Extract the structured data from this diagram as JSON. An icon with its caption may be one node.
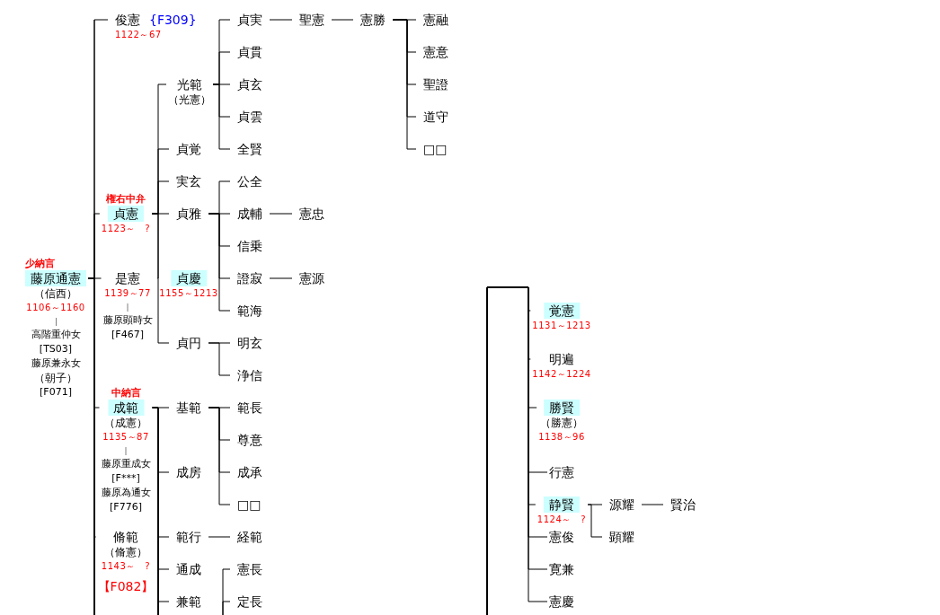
{
  "diagram": {
    "nodes": [
      {
        "text": [
          "少納言",
          "藤原通憲",
          "（信西）",
          "1106～1160",
          "高階重仲女",
          "[TS03]",
          "藤原兼永女",
          "（朝子）",
          "[F071]"
        ]
      },
      {
        "text": [
          "俊憲",
          "{F309}",
          "1122～67"
        ]
      },
      {
        "text": [
          "権右中弁",
          "貞憲",
          "1123～　?"
        ]
      },
      {
        "text": [
          "是憲",
          "1139～77",
          "藤原顕時女",
          "[F467]"
        ]
      },
      {
        "text": [
          "中納言",
          "成範",
          "（成憲）",
          "1135～87",
          "藤原重成女",
          "[F***]",
          "藤原為通女",
          "[F776]"
        ]
      },
      {
        "text": [
          "脩範",
          "（脩憲）",
          "1143～　?",
          "【F082】"
        ]
      },
      {
        "text": [
          "光範",
          "（光憲）"
        ]
      },
      {
        "text": [
          "貞覚"
        ]
      },
      {
        "text": [
          "実玄"
        ]
      },
      {
        "text": [
          "貞雅"
        ]
      },
      {
        "text": [
          "貞慶",
          "1155～1213"
        ]
      },
      {
        "text": [
          "貞円"
        ]
      },
      {
        "text": [
          "貞実"
        ]
      },
      {
        "text": [
          "貞貫"
        ]
      },
      {
        "text": [
          "貞玄"
        ]
      },
      {
        "text": [
          "貞雲"
        ]
      },
      {
        "text": [
          "全賢"
        ]
      },
      {
        "text": [
          "聖憲"
        ]
      },
      {
        "text": [
          "憲勝"
        ]
      },
      {
        "text": [
          "憲融"
        ]
      },
      {
        "text": [
          "憲意"
        ]
      },
      {
        "text": [
          "聖證"
        ]
      },
      {
        "text": [
          "道守"
        ]
      },
      {
        "text": [
          "□□"
        ]
      },
      {
        "text": [
          "公全"
        ]
      },
      {
        "text": [
          "成輔"
        ]
      },
      {
        "text": [
          "信乗"
        ]
      },
      {
        "text": [
          "證寂"
        ]
      },
      {
        "text": [
          "範海"
        ]
      },
      {
        "text": [
          "憲忠"
        ]
      },
      {
        "text": [
          "憲源"
        ]
      },
      {
        "text": [
          "明玄"
        ]
      },
      {
        "text": [
          "浄信"
        ]
      },
      {
        "text": [
          "基範"
        ]
      },
      {
        "text": [
          "成房"
        ]
      },
      {
        "text": [
          "範行"
        ]
      },
      {
        "text": [
          "通成"
        ]
      },
      {
        "text": [
          "兼範"
        ]
      },
      {
        "text": [
          "範長"
        ]
      },
      {
        "text": [
          "尊意"
        ]
      },
      {
        "text": [
          "成承"
        ]
      },
      {
        "text": [
          "□□"
        ]
      },
      {
        "text": [
          "経範"
        ]
      },
      {
        "text": [
          "憲長"
        ]
      },
      {
        "text": [
          "定長"
        ]
      },
      {
        "text": [
          "覚憲",
          "1131～1213"
        ]
      },
      {
        "text": [
          "明遍",
          "1142～1224"
        ]
      },
      {
        "text": [
          "勝賢",
          "（勝憲）",
          "1138～96"
        ]
      },
      {
        "text": [
          "行憲"
        ]
      },
      {
        "text": [
          "静賢",
          "1124～　?"
        ]
      },
      {
        "text": [
          "憲俊"
        ]
      },
      {
        "text": [
          "寛兼"
        ]
      },
      {
        "text": [
          "憲慶"
        ]
      },
      {
        "text": [
          "源耀"
        ]
      },
      {
        "text": [
          "顕耀"
        ]
      },
      {
        "text": [
          "賢治"
        ]
      }
    ],
    "edges": [
      {
        "from": 0,
        "to": 1,
        "arrow": "none"
      },
      {
        "from": 0,
        "to": 2,
        "arrow": "none"
      },
      {
        "from": 0,
        "to": 3,
        "arrow": "none"
      },
      {
        "from": 0,
        "to": 4,
        "arrow": "none"
      },
      {
        "from": 0,
        "to": 5,
        "arrow": "none"
      },
      {
        "from": 2,
        "to": 6,
        "arrow": "none"
      },
      {
        "from": 2,
        "to": 7,
        "arrow": "none"
      },
      {
        "from": 2,
        "to": 8,
        "arrow": "none"
      },
      {
        "from": 2,
        "to": 9,
        "arrow": "none"
      },
      {
        "from": 2,
        "to": 10,
        "arrow": "none"
      },
      {
        "from": 2,
        "to": 11,
        "arrow": "none"
      },
      {
        "from": 6,
        "to": 12,
        "arrow": "none"
      },
      {
        "from": 6,
        "to": 13,
        "arrow": "none"
      },
      {
        "from": 6,
        "to": 14,
        "arrow": "none"
      },
      {
        "from": 6,
        "to": 15,
        "arrow": "none"
      },
      {
        "from": 6,
        "to": 16,
        "arrow": "none"
      },
      {
        "from": 12,
        "to": 17,
        "arrow": "none"
      },
      {
        "from": 17,
        "to": 18,
        "arrow": "none"
      },
      {
        "from": 18,
        "to": 19,
        "arrow": "none"
      },
      {
        "from": 18,
        "to": 20,
        "arrow": "none"
      },
      {
        "from": 18,
        "to": 21,
        "arrow": "none"
      },
      {
        "from": 18,
        "to": 22,
        "arrow": "none"
      },
      {
        "from": 18,
        "to": 23,
        "arrow": "none"
      },
      {
        "from": 9,
        "to": 24,
        "arrow": "none"
      },
      {
        "from": 9,
        "to": 25,
        "arrow": "none"
      },
      {
        "from": 9,
        "to": 26,
        "arrow": "none"
      },
      {
        "from": 9,
        "to": 27,
        "arrow": "none"
      },
      {
        "from": 9,
        "to": 28,
        "arrow": "none"
      },
      {
        "from": 25,
        "to": 29,
        "arrow": "none"
      },
      {
        "from": 27,
        "to": 30,
        "arrow": "none"
      },
      {
        "from": 11,
        "to": 31,
        "arrow": "none"
      },
      {
        "from": 11,
        "to": 32,
        "arrow": "none"
      },
      {
        "from": 4,
        "to": 33,
        "arrow": "none"
      },
      {
        "from": 4,
        "to": 34,
        "arrow": "none"
      },
      {
        "from": 4,
        "to": 35,
        "arrow": "none"
      },
      {
        "from": 4,
        "to": 36,
        "arrow": "none"
      },
      {
        "from": 4,
        "to": 37,
        "arrow": "none"
      },
      {
        "from": 33,
        "to": 38,
        "arrow": "none"
      },
      {
        "from": 33,
        "to": 39,
        "arrow": "none"
      },
      {
        "from": 33,
        "to": 40,
        "arrow": "none"
      },
      {
        "from": 33,
        "to": 41,
        "arrow": "none"
      },
      {
        "from": 35,
        "to": 42,
        "arrow": "none"
      },
      {
        "from": null,
        "to": 43,
        "arrow": "none"
      },
      {
        "from": null,
        "to": 44,
        "arrow": "none"
      },
      {
        "from": null,
        "to": 45,
        "arrow": "none"
      },
      {
        "from": null,
        "to": 46,
        "arrow": "none"
      },
      {
        "from": null,
        "to": 47,
        "arrow": "none"
      },
      {
        "from": null,
        "to": 48,
        "arrow": "none"
      },
      {
        "from": null,
        "to": 49,
        "arrow": "none"
      },
      {
        "from": null,
        "to": 50,
        "arrow": "none"
      },
      {
        "from": null,
        "to": 51,
        "arrow": "none"
      },
      {
        "from": null,
        "to": 52,
        "arrow": "none"
      },
      {
        "from": 49,
        "to": 53,
        "arrow": "none"
      },
      {
        "from": 49,
        "to": 54,
        "arrow": "none"
      },
      {
        "from": 53,
        "to": 55,
        "arrow": "none"
      }
    ]
  }
}
